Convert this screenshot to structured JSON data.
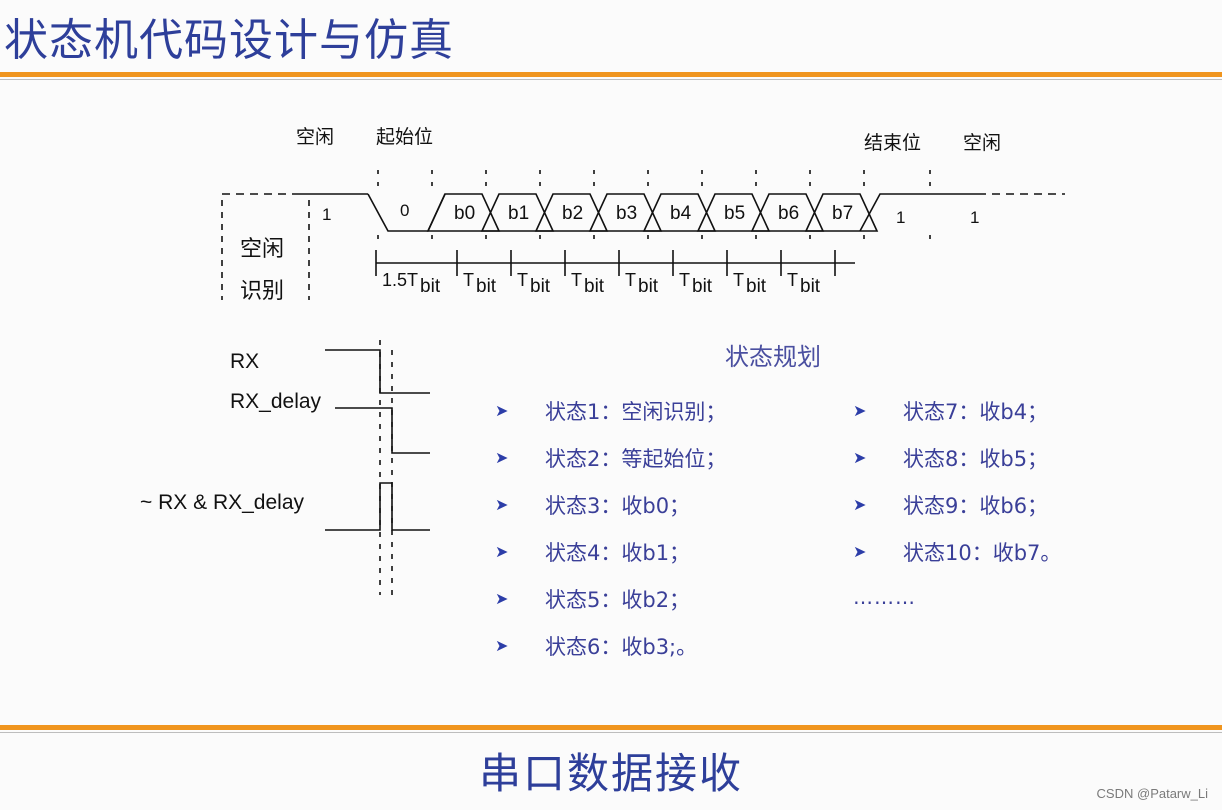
{
  "title": "状态机代码设计与仿真",
  "footer": "串口数据接收",
  "watermark": "CSDN @Patarw_Li",
  "timing": {
    "idle_left": "空闲",
    "start_bit": "起始位",
    "stop_bit": "结束位",
    "idle_right": "空闲",
    "idle_detect_1": "空闲",
    "idle_detect_2": "识别",
    "levels": [
      "1",
      "0",
      "1",
      "1"
    ],
    "bits": [
      "b0",
      "b1",
      "b2",
      "b3",
      "b4",
      "b5",
      "b6",
      "b7"
    ],
    "durations": [
      "1.5",
      "T",
      "T",
      "T",
      "T",
      "T",
      "T",
      "T"
    ],
    "duration_symbol": "T",
    "duration_sub": "bit"
  },
  "signals": {
    "rx": "RX",
    "rx_delay": "RX_delay",
    "combo": "~ RX & RX_delay"
  },
  "plan_title": "状态规划",
  "states_left": [
    "状态1：空闲识别；",
    "状态2：等起始位；",
    "状态3：收b0；",
    "状态4：收b1；",
    "状态5：收b2；",
    "状态6：收b3;。"
  ],
  "states_right": [
    "状态7：收b4；",
    "状态8：收b5；",
    "状态9：收b6；",
    "状态10：收b7。"
  ],
  "ellipsis": "………",
  "bullet_symbol": "➤",
  "colors": {
    "title": "#2e3f9a",
    "accent": "#f0951e",
    "text": "#3a3f98"
  }
}
